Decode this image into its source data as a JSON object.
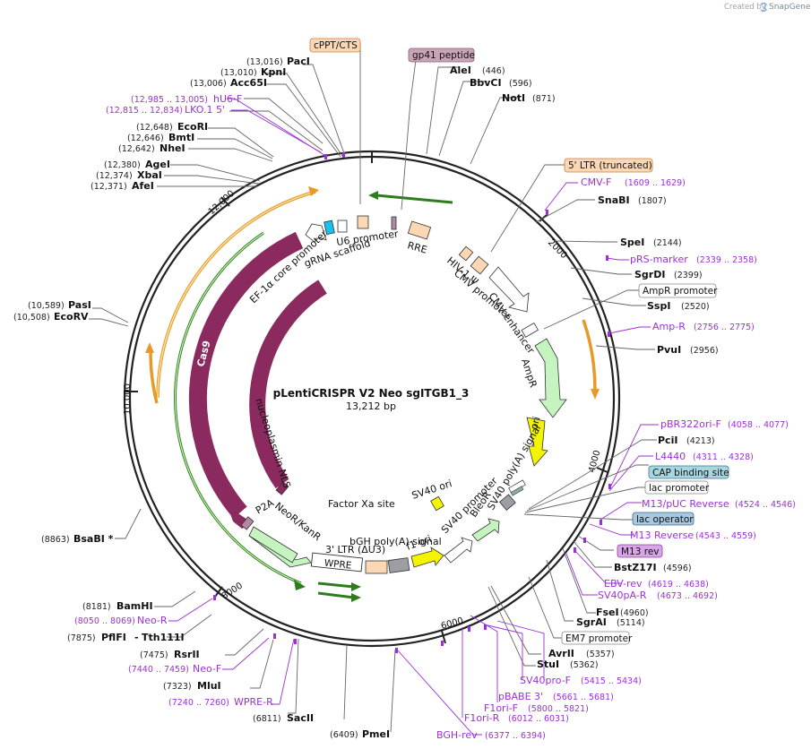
{
  "brand": {
    "created_by": "Created by",
    "name": "SnapGene"
  },
  "plasmid": {
    "name": "pLentiCRISPR V2 Neo sgITGB1_3",
    "size": "13,212 bp",
    "ticks": [
      "2000",
      "4000",
      "6000",
      "8000",
      "10,000",
      "12,000"
    ]
  },
  "boxed_labels": {
    "cppt": "cPPT/CTS",
    "gp41": "gp41 peptide",
    "ltr5": "5' LTR (truncated)",
    "ampr_promoter": "AmpR promoter",
    "cap": "CAP binding site",
    "lac_promoter": "lac promoter",
    "lac_operator": "lac operator",
    "m13rev": "M13 rev",
    "em7": "EM7 promoter"
  },
  "enzymes": {
    "paci": {
      "pos": "(13,016)",
      "name": "PacI"
    },
    "kpni": {
      "pos": "(13,010)",
      "name": "KpnI"
    },
    "acc65i": {
      "pos": "(13,006)",
      "name": "Acc65I"
    },
    "ecori": {
      "pos": "(12,648)",
      "name": "EcoRI"
    },
    "bmti": {
      "pos": "(12,646)",
      "name": "BmtI"
    },
    "nhei": {
      "pos": "(12,642)",
      "name": "NheI"
    },
    "agei": {
      "pos": "(12,380)",
      "name": "AgeI"
    },
    "xbai": {
      "pos": "(12,374)",
      "name": "XbaI"
    },
    "afei": {
      "pos": "(12,371)",
      "name": "AfeI"
    },
    "pasi": {
      "pos": "(10,589)",
      "name": "PasI"
    },
    "ecorv": {
      "pos": "(10,508)",
      "name": "EcoRV"
    },
    "bsabi": {
      "pos": "(8863)",
      "name": "BsaBI *"
    },
    "bamhi": {
      "pos": "(8181)",
      "name": "BamHI"
    },
    "pflfi": {
      "pos": "(7875)",
      "name": "PflFI",
      "name2": "Tth111I"
    },
    "rsrii": {
      "pos": "(7475)",
      "name": "RsrII"
    },
    "mlui": {
      "pos": "(7323)",
      "name": "MluI"
    },
    "sacii": {
      "pos": "(6811)",
      "name": "SacII"
    },
    "pmei": {
      "pos": "(6409)",
      "name": "PmeI"
    },
    "alei": {
      "name": "AleI",
      "pos": "(446)"
    },
    "bbvci": {
      "name": "BbvCI",
      "pos": "(596)"
    },
    "noti": {
      "name": "NotI",
      "pos": "(871)"
    },
    "snabi": {
      "name": "SnaBI",
      "pos": "(1807)"
    },
    "spei": {
      "name": "SpeI",
      "pos": "(2144)"
    },
    "sgrdi": {
      "name": "SgrDI",
      "pos": "(2399)"
    },
    "sspi": {
      "name": "SspI",
      "pos": "(2520)"
    },
    "pvui": {
      "name": "PvuI",
      "pos": "(2956)"
    },
    "pcii": {
      "name": "PciI",
      "pos": "(4213)"
    },
    "bstz17i": {
      "name": "BstZ17I",
      "pos": "(4596)"
    },
    "fsei": {
      "name": "FseI",
      "pos": "(4960)"
    },
    "sgrai": {
      "name": "SgrAI",
      "pos": "(5114)"
    },
    "avrii": {
      "name": "AvrII",
      "pos": "(5357)"
    },
    "stui": {
      "name": "StuI",
      "pos": "(5362)"
    }
  },
  "primers": {
    "hu6f": {
      "pos": "(12,985 .. 13,005)",
      "name": "hU6-F"
    },
    "lko": {
      "pos": "(12,815 .. 12,834)",
      "name": "LKO.1 5'"
    },
    "neor": {
      "pos": "(8050 .. 8069)",
      "name": "Neo-R"
    },
    "neof": {
      "pos": "(7440 .. 7459)",
      "name": "Neo-F"
    },
    "wprer": {
      "pos": "(7240 .. 7260)",
      "name": "WPRE-R"
    },
    "bghrev": {
      "name": "BGH-rev",
      "pos": "(6377 .. 6394)"
    },
    "f1orir": {
      "name": "F1ori-R",
      "pos": "(6012 .. 6031)"
    },
    "f1orif": {
      "name": "F1ori-F",
      "pos": "(5800 .. 5821)"
    },
    "pbabe3": {
      "name": "pBABE 3'",
      "pos": "(5661 .. 5681)"
    },
    "sv40prof": {
      "name": "SV40pro-F",
      "pos": "(5415 .. 5434)"
    },
    "cmvf": {
      "name": "CMV-F",
      "pos": "(1609 .. 1629)"
    },
    "prsmarker": {
      "name": "pRS-marker",
      "pos": "(2339 .. 2358)"
    },
    "ampr": {
      "name": "Amp-R",
      "pos": "(2756 .. 2775)"
    },
    "pbr322": {
      "name": "pBR322ori-F",
      "pos": "(4058 .. 4077)"
    },
    "l4440": {
      "name": "L4440",
      "pos": "(4311 .. 4328)"
    },
    "m13puc": {
      "name": "M13/pUC Reverse",
      "pos": "(4524 .. 4546)"
    },
    "m13reverse": {
      "name": "M13 Reverse",
      "pos": "(4543 .. 4559)"
    },
    "ebvrev": {
      "name": "EBV-rev",
      "pos": "(4619 .. 4638)"
    },
    "sv40par": {
      "name": "SV40pA-R",
      "pos": "(4673 .. 4692)"
    }
  },
  "features": {
    "u6": "U6 promoter",
    "grna": "gRNA scaffold",
    "rre": "RRE",
    "ef1a": "EF-1α core promoter",
    "cas9a": "Cas9",
    "cas9b": "Cas9",
    "nls": "nucleoplasmin NLS",
    "p2a": "P2A",
    "neor": "NeoR/KanR",
    "ltr3": "3' LTR (ΔU3)",
    "wpre": "WPRE",
    "factor": "Factor Xa site",
    "bgh": "bGH poly(A) signal",
    "f1": "f1 ori",
    "sv40ori": "SV40 ori",
    "sv40prom": "SV40 promoter",
    "bleor": "BleoR",
    "sv40pa": "SV40 poly(A) signal",
    "hiv": "HIV-1 Ψ",
    "cmvprom": "CMV promoter",
    "cmvenh": "CMV enhancer",
    "amprf": "AmpR",
    "ori": "ori"
  }
}
